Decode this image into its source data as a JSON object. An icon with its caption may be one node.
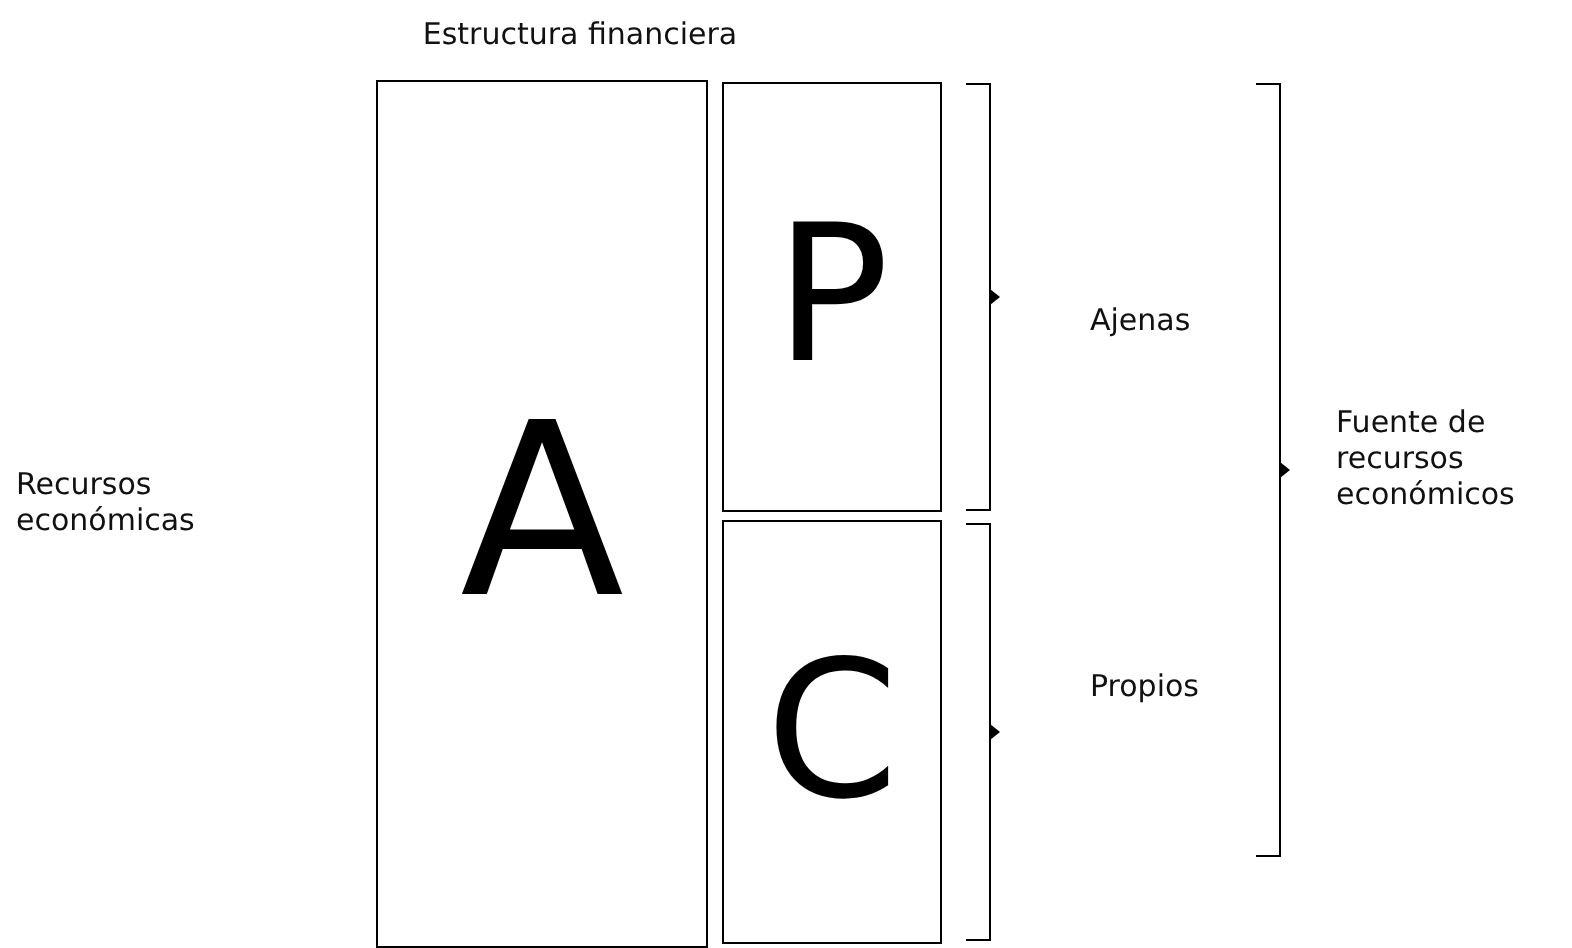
{
  "diagram": {
    "nodes": [
      {
        "text": [
          "A"
        ]
      },
      {
        "text": [
          "P"
        ]
      },
      {
        "text": [
          "C"
        ]
      }
    ],
    "labels": [
      "Estructura financiera",
      "Recursos económicas",
      "Ajenas",
      "Propios",
      "Fuente de recursos económicos"
    ]
  }
}
